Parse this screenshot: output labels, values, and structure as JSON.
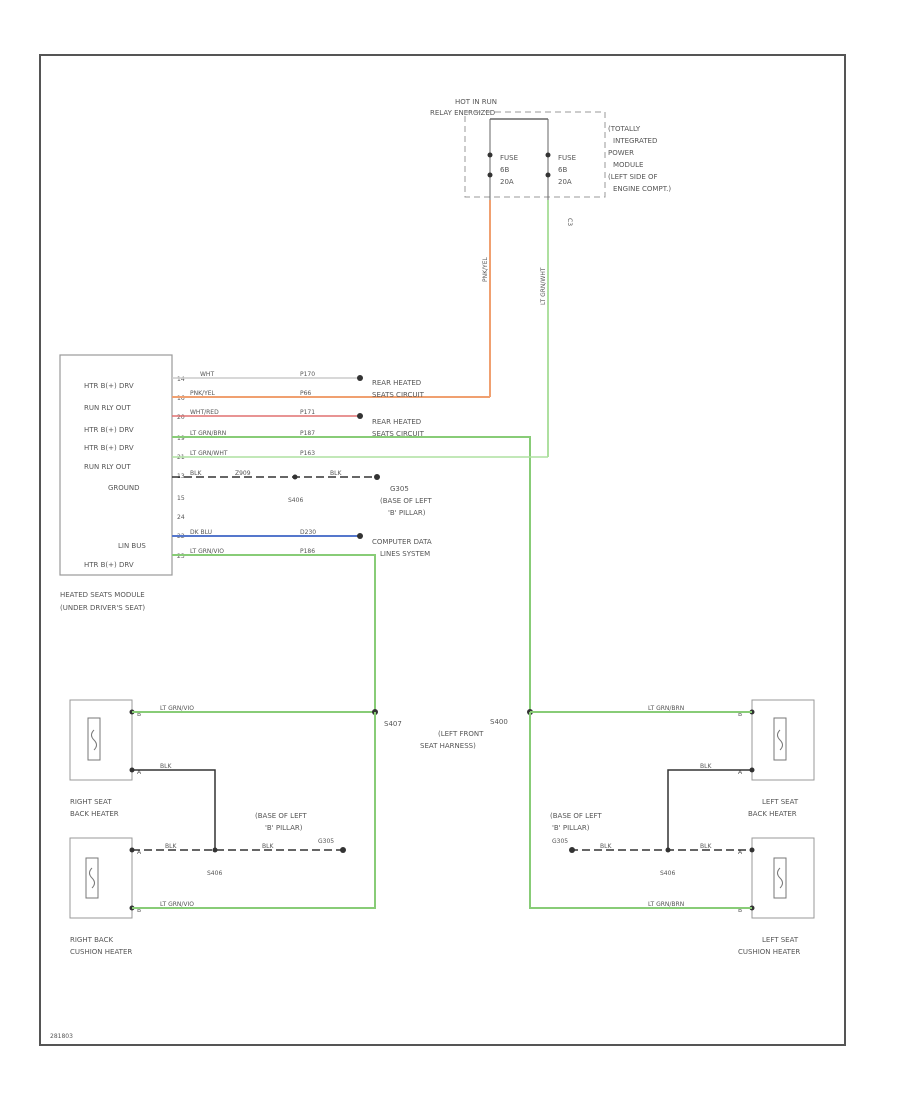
{
  "relay": {
    "title_line1": "HOT IN RUN",
    "title_line2": "RELAY ENERGIZED",
    "fuse_left": [
      "FUSE",
      "6B",
      "20A"
    ],
    "fuse_right": [
      "FUSE",
      "6B",
      "20A"
    ],
    "module_label": [
      "(TOTALLY",
      "INTEGRATED",
      "POWER",
      "MODULE",
      "(LEFT SIDE OF",
      "ENGINE COMPT.)"
    ],
    "wire_left": "PNK/YEL",
    "wire_right": "LT GRN/WHT",
    "side_code": "C3"
  },
  "module": {
    "pins_left": [
      "HTR B(+) DRV",
      "RUN RLY OUT",
      "HTR B(+) DRV",
      "HTR B(+) DRV",
      "RUN RLY OUT",
      "GROUND",
      "",
      "",
      "LIN BUS",
      "HTR B(+) DRV"
    ],
    "pin_numbers": [
      "14",
      "16",
      "20",
      "19",
      "21",
      "13",
      "15",
      "24",
      "22",
      "23"
    ],
    "label_line1": "HEATED SEATS MODULE",
    "label_line2": "(UNDER DRIVER'S SEAT)"
  },
  "wires": {
    "row1": {
      "color_name": "WHT",
      "code": "P170"
    },
    "row2": {
      "color_name": "PNK/YEL",
      "code": "P66"
    },
    "row3": {
      "color_name": "WHT/RED",
      "code": "P171"
    },
    "row4": {
      "color_name": "LT GRN/BRN",
      "code": "P187"
    },
    "row5": {
      "color_name": "LT GRN/WHT",
      "code": "P163"
    },
    "row6": {
      "color_name": "BLK",
      "code": "Z909",
      "right_color": "BLK"
    },
    "row8": {
      "color_name": "DK BLU",
      "code": "D230"
    },
    "row9": {
      "color_name": "LT GRN/VIO",
      "code": "P186"
    }
  },
  "callouts": {
    "rear1_line1": "REAR HEATED",
    "rear1_line2": "SEATS CIRCUIT",
    "rear2_line1": "REAR HEATED",
    "rear2_line2": "SEATS CIRCUIT",
    "ground_splice": "S406",
    "ground_id": "G305",
    "ground_base_line1": "(BASE OF LEFT",
    "ground_base_line2": "'B' PILLAR)",
    "computer_line1": "COMPUTER DATA",
    "computer_line2": "LINES SYSTEM"
  },
  "bottom": {
    "right_back_pins": [
      "B",
      "A"
    ],
    "right_back_wires": [
      "LT GRN/VIO",
      "BLK"
    ],
    "right_back_label": [
      "RIGHT SEAT",
      "BACK HEATER"
    ],
    "right_cushion_pins": [
      "A",
      "B"
    ],
    "right_cushion_wires": [
      "BLK",
      "LT GRN/VIO"
    ],
    "right_cushion_label": [
      "RIGHT BACK",
      "CUSHION HEATER"
    ],
    "splice_right": "S407",
    "splice_left_id": "S400",
    "splice_left_extra": [
      "(LEFT FRONT",
      "SEAT HARNESS)"
    ],
    "ground_right_label": [
      "(BASE OF LEFT",
      "'B' PILLAR)"
    ],
    "ground_right_id": "G305",
    "ground_right_blk": "BLK",
    "ground_right_splice": "S406",
    "ground_left_label": [
      "(BASE OF LEFT",
      "'B' PILLAR)"
    ],
    "ground_left_id": "G305",
    "ground_left_blk": "BLK",
    "ground_left_splice": "S406",
    "left_back_pins": [
      "B",
      "A"
    ],
    "left_back_wires": [
      "LT GRN/BRN",
      "BLK"
    ],
    "left_back_label": [
      "LEFT SEAT",
      "BACK HEATER"
    ],
    "left_cushion_pins": [
      "A",
      "B"
    ],
    "left_cushion_wires": [
      "BLK",
      "LT GRN/BRN"
    ],
    "left_cushion_label": [
      "LEFT SEAT",
      "CUSHION HEATER"
    ]
  },
  "footer_code": "281803",
  "colors": {
    "orange": "#f0a070",
    "green": "#88cc77",
    "light_green": "#aee0a0",
    "blue": "#5577cc",
    "red": "#e07070",
    "gray": "#aaaaaa",
    "dark": "#333333"
  }
}
